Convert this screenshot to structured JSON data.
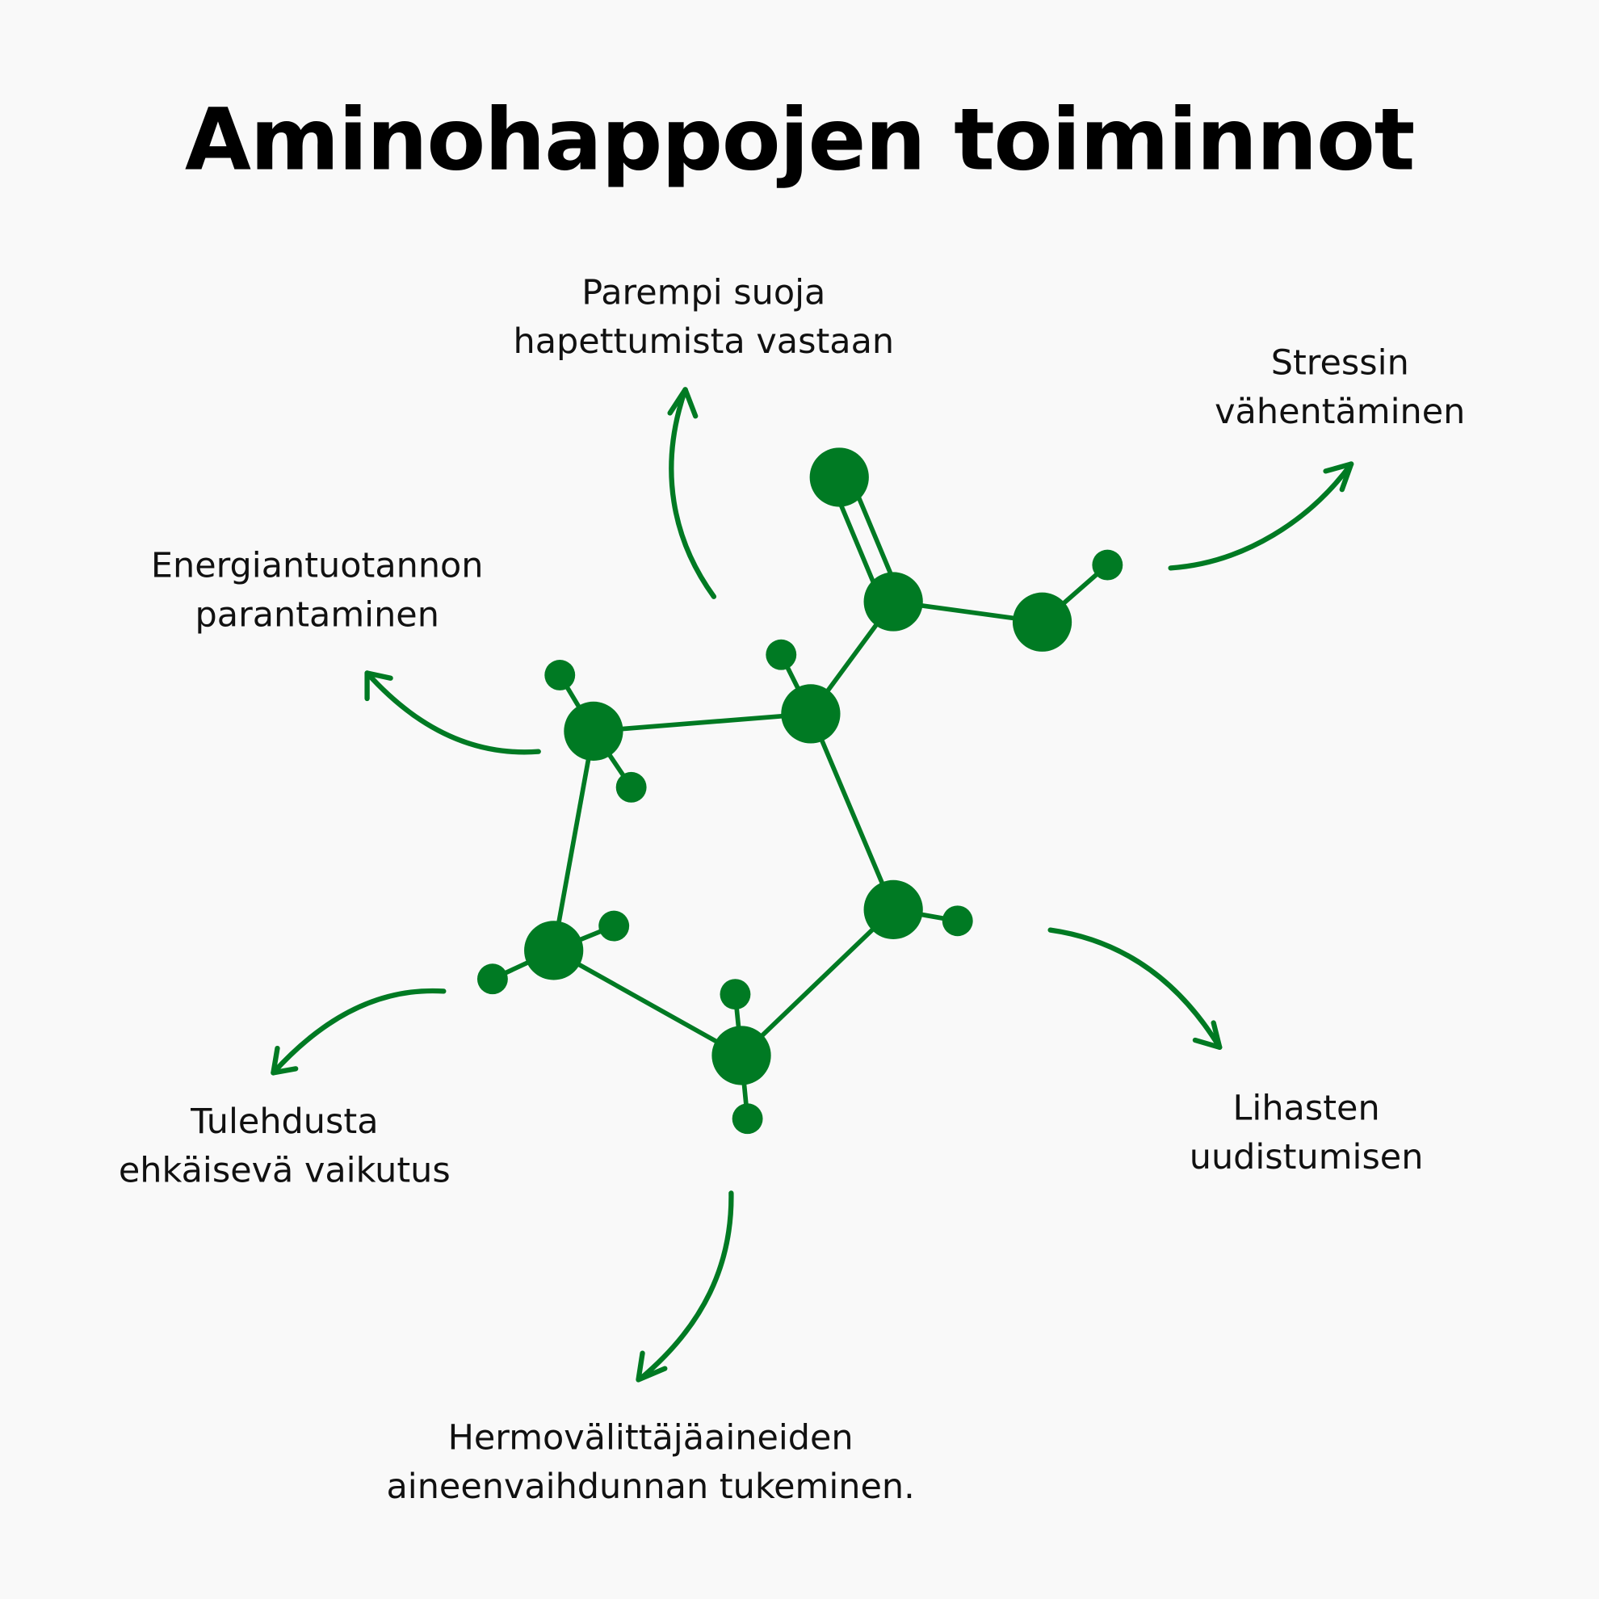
{
  "title": "Aminohappojen toiminnot",
  "colors": {
    "accent": "#007A23",
    "background": "#F9F9F9"
  },
  "labels": {
    "oxidation": [
      "Parempi suoja",
      "hapettumista vastaan"
    ],
    "stress": [
      "Stressin",
      "vähentäminen"
    ],
    "energy": [
      "Energiantuotannon",
      "parantaminen"
    ],
    "inflammation": [
      "Tulehdusta",
      "ehkäisevä vaikutus"
    ],
    "neuro": [
      "Hermovälittäjäaineiden",
      "aineenvaihdunnan tukeminen."
    ],
    "muscle": [
      "Lihasten",
      "uudistumisen"
    ]
  }
}
